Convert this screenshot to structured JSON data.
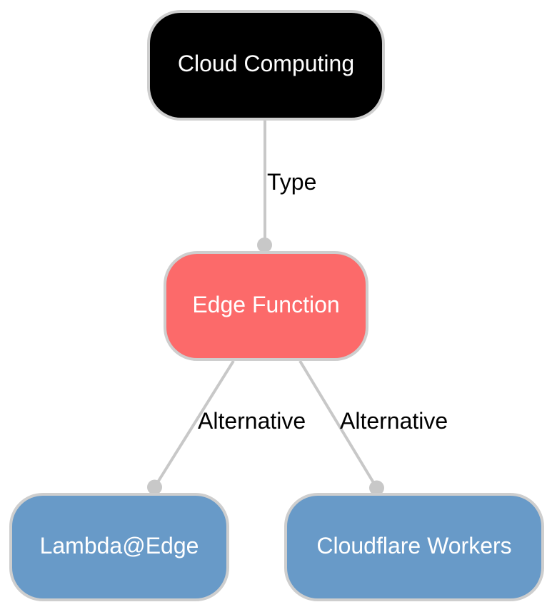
{
  "diagram": {
    "background_color": "#ffffff",
    "edge_color": "#c8c8c8",
    "node_border_color": "#cecece",
    "node_text_color": "#ffffff",
    "edge_label_color": "#000000",
    "nodes": [
      {
        "id": "cloud-computing",
        "label": "Cloud Computing",
        "fill": "#000000"
      },
      {
        "id": "edge-function",
        "label": "Edge Function",
        "fill": "#fc6a6a"
      },
      {
        "id": "lambda-edge",
        "label": "Lambda@Edge",
        "fill": "#689ac8"
      },
      {
        "id": "cloudflare-workers",
        "label": "Cloudflare Workers",
        "fill": "#689ac8"
      }
    ],
    "edges": [
      {
        "from": "Cloud Computing",
        "to": "Edge Function",
        "label": "Type"
      },
      {
        "from": "Edge Function",
        "to": "Lambda@Edge",
        "label": "Alternative"
      },
      {
        "from": "Edge Function",
        "to": "Cloudflare Workers",
        "label": "Alternative"
      }
    ]
  }
}
